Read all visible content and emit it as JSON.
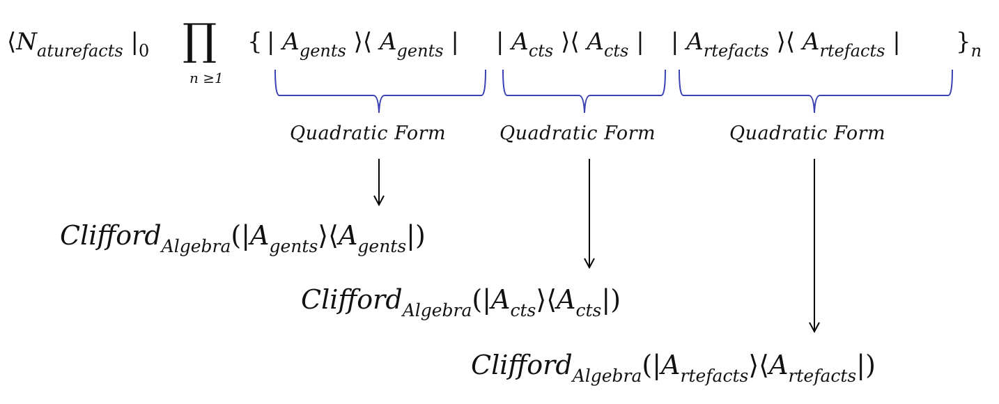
{
  "equation": {
    "left_bra": "⟨",
    "naturefacts_base": "N",
    "naturefacts_sub": "aturefacts",
    "bar_zero": "|",
    "zero_sub": "0",
    "product_symbol": "∏",
    "product_limit": "n ≥1",
    "open_brace": "{",
    "close_brace": "}",
    "close_sub": "n",
    "terms": [
      {
        "base": "A",
        "sub": "gents"
      },
      {
        "base": "A",
        "sub": "cts"
      },
      {
        "base": "A",
        "sub": "rtefacts"
      }
    ]
  },
  "brace_labels": [
    "Quadratic Form",
    "Quadratic Form",
    "Quadratic Form"
  ],
  "clifford": {
    "name": "Clifford",
    "sub": "Algebra",
    "items": [
      {
        "base": "A",
        "sub": "gents"
      },
      {
        "base": "A",
        "sub": "cts"
      },
      {
        "base": "A",
        "sub": "rtefacts"
      }
    ]
  },
  "colors": {
    "brace": "#3b40b5",
    "text": "#111111",
    "arrow": "#000000"
  }
}
